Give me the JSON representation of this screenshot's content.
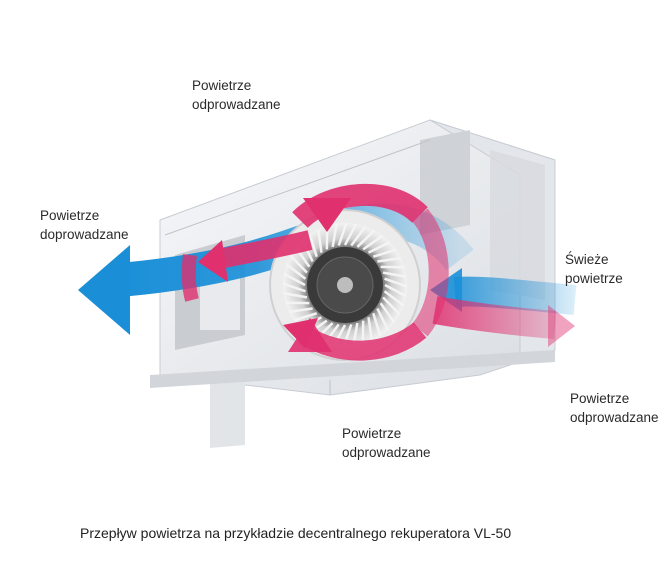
{
  "labels": {
    "top": {
      "line1": "Powietrze",
      "line2": "odprowadzane"
    },
    "left": {
      "line1": "Powietrze",
      "line2": "doprowadzane"
    },
    "fresh": {
      "line1": "Świeże",
      "line2": "powietrze"
    },
    "right": {
      "line1": "Powietrze",
      "line2": "odprowadzane"
    },
    "bottom": {
      "line1": "Powietrze",
      "line2": "odprowadzane"
    }
  },
  "caption": "Przepływ powietrza na przykładzie decentralnego rekuperatora VL-50",
  "colors": {
    "exhaust": "#e0306e",
    "supply": "#1a8fd8",
    "housing": "#e9ebee",
    "fan": "#d9d9d9"
  }
}
